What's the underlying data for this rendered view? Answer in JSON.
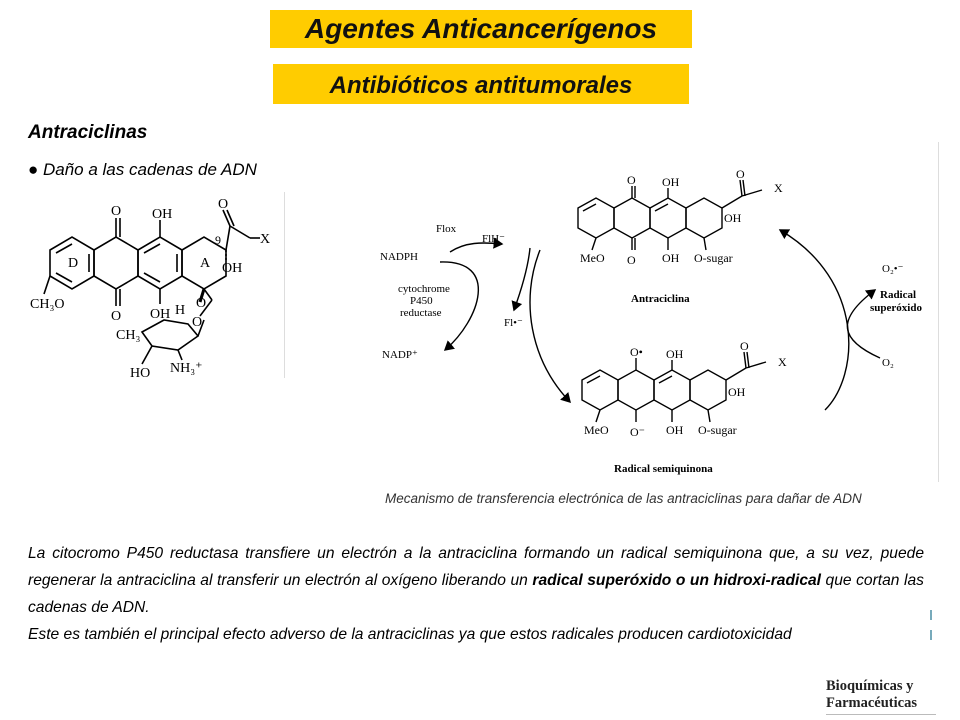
{
  "header": {
    "title": "Agentes Anticancerígenos",
    "subtitle": "Antibióticos antitumorales"
  },
  "section": {
    "heading": "Antraciclinas",
    "bullet": "● Daño a las cadenas de ADN"
  },
  "structure_left": {
    "ring_D": "D",
    "ring_A": "A",
    "position_9": "9",
    "O_top_left": "O",
    "OH_top": "OH",
    "O_ketone": "O",
    "X": "X",
    "OH_9": "OH",
    "CH3O": "CH₃O",
    "O_bottom": "O",
    "OH_bottom": "OH",
    "H": "H",
    "O_ring_link": "O",
    "CH3": "CH₃",
    "O_sugar": "O",
    "HO": "HO",
    "NH3": "NH₃⁺"
  },
  "mechanism": {
    "fl_ox": "Flox",
    "nadph": "NADPH",
    "flh": "FlH⁻",
    "enzyme_l1": "cytochrome",
    "enzyme_l2": "P450",
    "enzyme_l3": "reductase",
    "fl_radical": "Fl•⁻",
    "nadp": "NADP⁺",
    "anthracycline_label": "Antraciclina",
    "semiquinone_label": "Radical semiquinona",
    "superoxide_l1": "Radical",
    "superoxide_l2": "superóxido",
    "o2_radical": "O₂•⁻",
    "o2": "O₂",
    "top": {
      "O_top": "O",
      "OH_top": "OH",
      "O_ketone": "O",
      "X": "X",
      "OH_ring": "OH",
      "MeO": "MeO",
      "O_bottom": "O",
      "OH_bottom": "OH",
      "sugar": "O-sugar"
    },
    "bottom": {
      "O_top": "O•",
      "OH_top": "OH",
      "O_ketone": "O",
      "X": "X",
      "OH_ring": "OH",
      "MeO": "MeO",
      "O_bottom": "O⁻",
      "OH_bottom": "OH",
      "sugar": "O-sugar"
    }
  },
  "caption": "Mecanismo de transferencia electrónica de las antraciclinas para dañar de ADN",
  "body": {
    "p1_part1": "La citocromo P450 reductasa transfiere un electrón a la antraciclina formando un radical semiquinona que, a su vez, puede regenerar la antraciclina al transferir un electrón al oxígeno liberando un ",
    "p1_bold": "radical superóxido o un hidroxi-radical",
    "p1_part2": " que cortan las cadenas de ADN.",
    "p2": "Este es también el principal efecto adverso de la antraciclinas ya que estos radicales producen cardiotoxicidad"
  },
  "logo": {
    "line1": "Bioquímicas y",
    "line2": "Farmacéuticas"
  }
}
